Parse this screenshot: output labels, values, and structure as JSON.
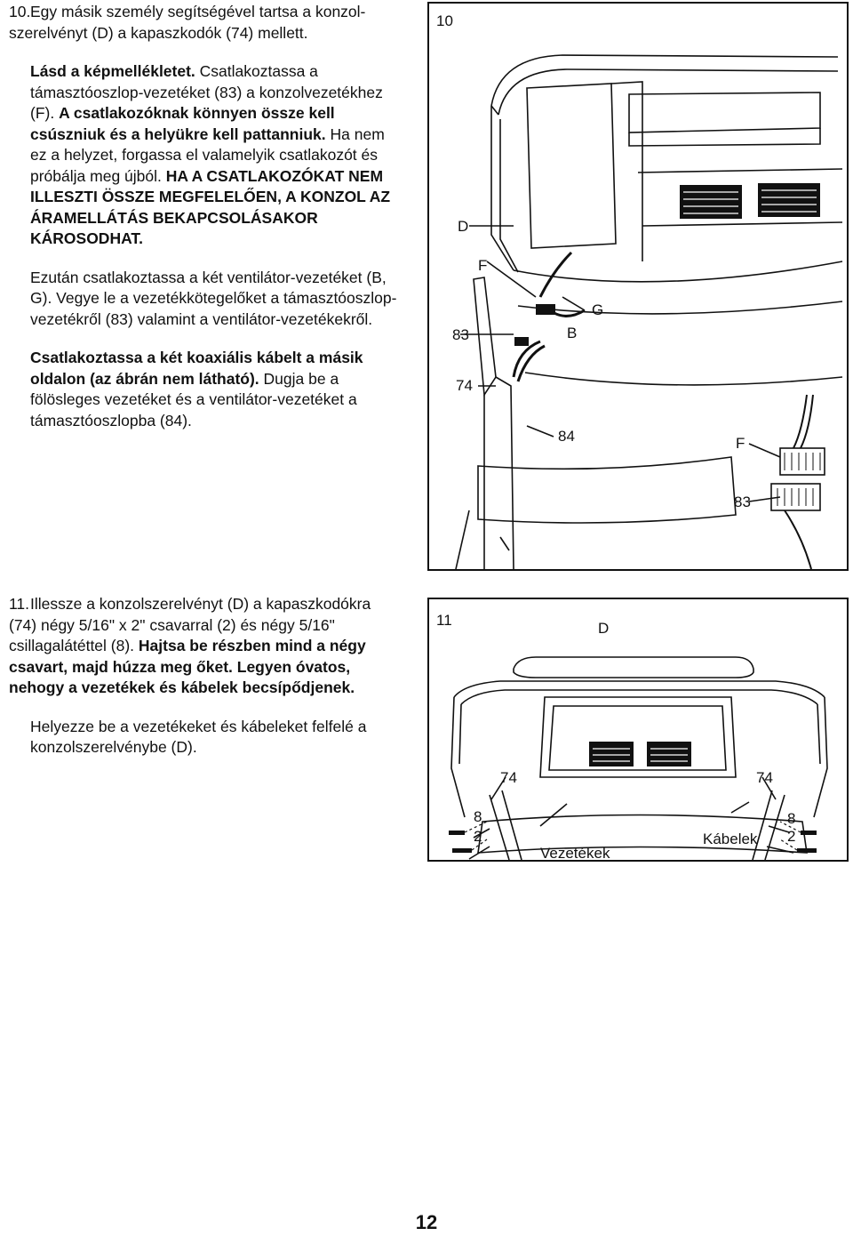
{
  "step10": {
    "number": "10.",
    "p1": "Egy másik személy segítségével tartsa a konzol-szerelvényt (D) a kapaszkodók (74) mellett.",
    "p2_bold": "Lásd a képmellékletet.",
    "p2_a": " Csatlakoztassa a támasztóoszlop-vezetéket (83) a konzolvezetékhez (F). ",
    "p2_bold2": "A csatlakozóknak könnyen össze kell csúszniuk és a helyükre kell pattanniuk.",
    "p2_b": " Ha nem ez a helyzet, forgassa el valamelyik csatlakozót és próbálja meg újból. ",
    "p2_bold3": "HA A CSATLAKOZÓKAT NEM ILLESZTI ÖSSZE MEGFELELŐEN, A KONZOL AZ ÁRAMELLÁTÁS BEKAPCSOLÁSAKOR KÁROSODHAT.",
    "p3": "Ezután csatlakoztassa a két ventilátor-vezetéket (B, G). Vegye le a vezetékkötegelőket a támasztóoszlop-vezetékről (83) valamint a ventilátor-vezetékekről.",
    "p4_bold": "Csatlakoztassa a két koaxiális kábelt a másik oldalon (az ábrán nem látható).",
    "p4_a": " Dugja be a fölösleges vezetéket és a ventilátor-vezetéket a támasztóoszlopba (84)."
  },
  "step11": {
    "number": "11.",
    "p1_a": "Illessze a konzolszerelvényt (D) a kapaszkodókra (74) négy 5/16\" x 2\" csavarral (2) és négy 5/16\" csillagalátéttel (8). ",
    "p1_bold": "Hajtsa be részben mind a négy csavart, majd húzza meg őket. Legyen óvatos, nehogy a vezetékek és kábelek becsípődjenek.",
    "p2": "Helyezze be a vezetékeket és kábeleket felfelé a konzolszerelvénybe (D)."
  },
  "figure10": {
    "number": "10",
    "labels": {
      "D": "D",
      "F": "F",
      "G": "G",
      "B": "B",
      "n83": "83",
      "n74": "74",
      "n84": "84",
      "F2": "F",
      "n83b": "83"
    }
  },
  "figure11": {
    "number": "11",
    "labels": {
      "D": "D",
      "n74a": "74",
      "n74b": "74",
      "vezetekek": "Vezetékek",
      "kabelek": "Kábelek",
      "n8a": "8",
      "n2a": "2",
      "n8b": "8",
      "n2b": "2"
    }
  },
  "page_number": "12"
}
